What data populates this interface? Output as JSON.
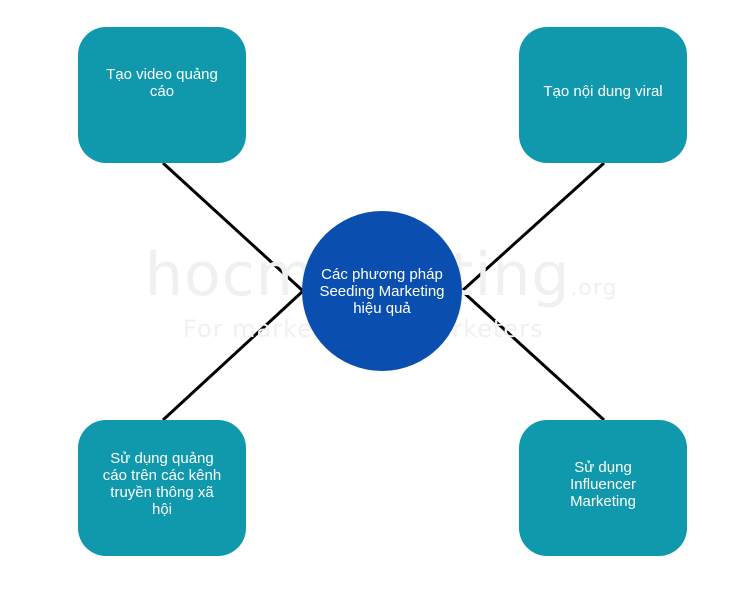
{
  "diagram": {
    "center_label": "Các phương pháp Seeding Marketing hiệu quả",
    "nodes": {
      "top_left": "Tạo video quảng cáo",
      "top_right": "Tạo nội dung viral",
      "bottom_left": "Sử dụng quảng cáo trên các kênh truyền thông xã hội",
      "bottom_right": "Sử dụng Influencer Marketing"
    }
  },
  "watermark": {
    "main": "hocmarketing",
    "domain": ".org",
    "tagline": "For marketers by marketers"
  },
  "colors": {
    "box_fill": "#1098ad",
    "center_fill": "#0a4fb0",
    "connector": "#000000",
    "text": "#ffffff"
  }
}
